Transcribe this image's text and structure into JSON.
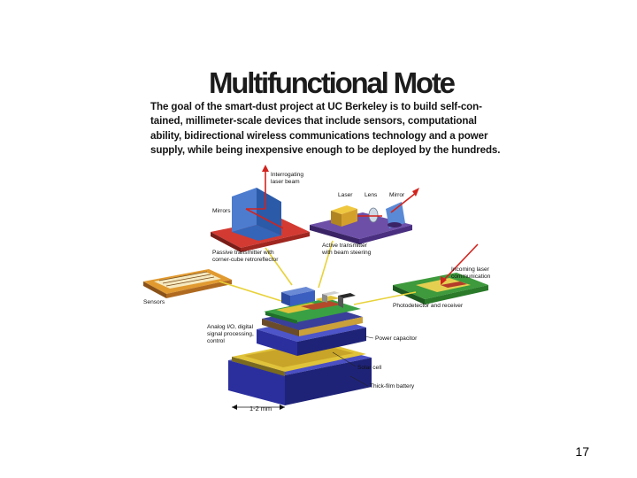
{
  "title": "Multifunctional Mote",
  "intro_lines": [
    "The goal of the smart-dust project at UC Berkeley is to build self-con-",
    "tained, millimeter-scale devices that include sensors, computational",
    "ability, bidirectional wireless communications technology and a power",
    "supply, while being inexpensive enough to be deployed by the hundreds."
  ],
  "labels": {
    "interrogating_line1": "Interrogating",
    "interrogating_line2": "laser beam",
    "mirrors": "Mirrors",
    "laser": "Laser",
    "lens": "Lens",
    "mirror": "Mirror",
    "passive_line1": "Passive transmitter with",
    "passive_line2": "corner-cube retroreflector",
    "active_line1": "Active transmitter",
    "active_line2": "with beam steering",
    "incoming_line1": "Incoming laser",
    "incoming_line2": "communication",
    "sensors": "Sensors",
    "photodetector": "Photodetector and receiver",
    "analog_line1": "Analog I/O, digital",
    "analog_line2": "signal processing,",
    "analog_line3": "control",
    "power_capacitor": "Power capacitor",
    "solar_cell": "Solar cell",
    "battery": "Thick-film battery",
    "dimension": "1-2 mm"
  },
  "slide_number": "17",
  "colors": {
    "battery_blue": "#2b2f9e",
    "solar_yellow": "#e0c33a",
    "board_green": "#2f8f3a",
    "platform_red": "#c2302d",
    "platform_purple": "#5a3d8f",
    "sensor_orange": "#d88a2a",
    "beam_red": "#d2231d",
    "leader_yellow": "#e8d23a"
  }
}
